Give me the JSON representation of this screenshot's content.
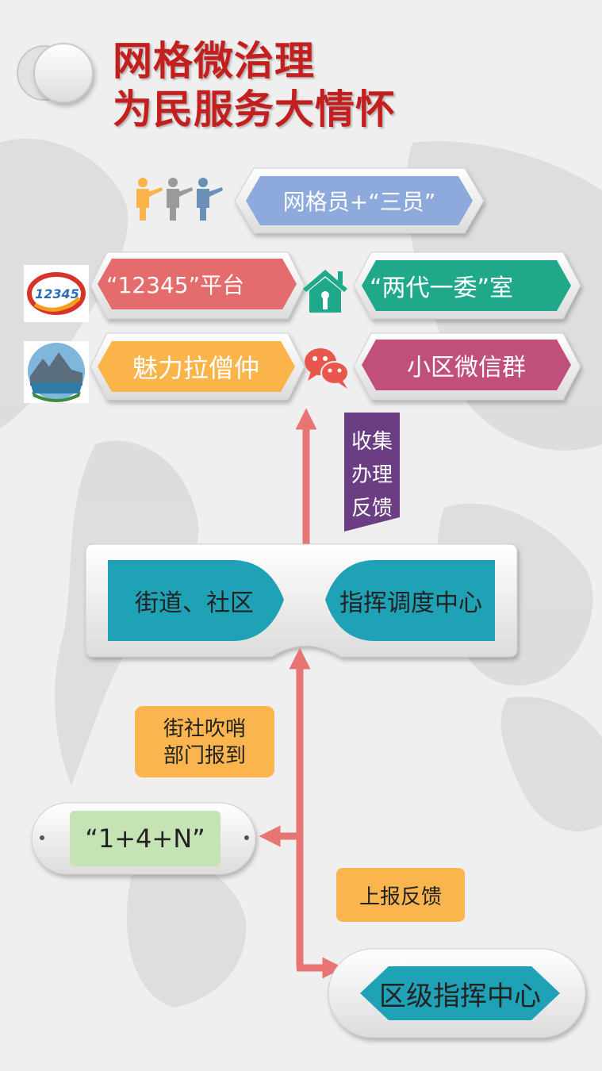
{
  "title": {
    "line1": "网格微治理",
    "line2": "为民服务大情怀"
  },
  "channels": {
    "grid_staff": "网格员+“三员”",
    "hotline_12345": "“12345”平台",
    "hotline_logo_text": "12345",
    "two_reps_room": "“两代一委”室",
    "charm_lasengzhong": "魅力拉僧仲",
    "wechat_group": "小区微信群"
  },
  "badge_collect": {
    "line1": "收集",
    "line2": "办理",
    "line3": "反馈"
  },
  "hub": {
    "left": "街道、社区",
    "right": "指挥调度中心"
  },
  "note_whistle": {
    "line1": "街社吹哨",
    "line2": "部门报到"
  },
  "model_box": "“1+4+N”",
  "note_report": "上报反馈",
  "district_center": "区级指挥中心",
  "colors": {
    "title_red": "#c41f1f",
    "blue": "#8ea9db",
    "red": "#e46c6c",
    "green": "#1fa98a",
    "orange": "#fbb44a",
    "magenta": "#c14f7c",
    "purple": "#6b3e84",
    "teal": "#1fa2b6",
    "arrow": "#e87474",
    "light_orange": "#fbb54e",
    "light_green": "#c6e3b5"
  }
}
